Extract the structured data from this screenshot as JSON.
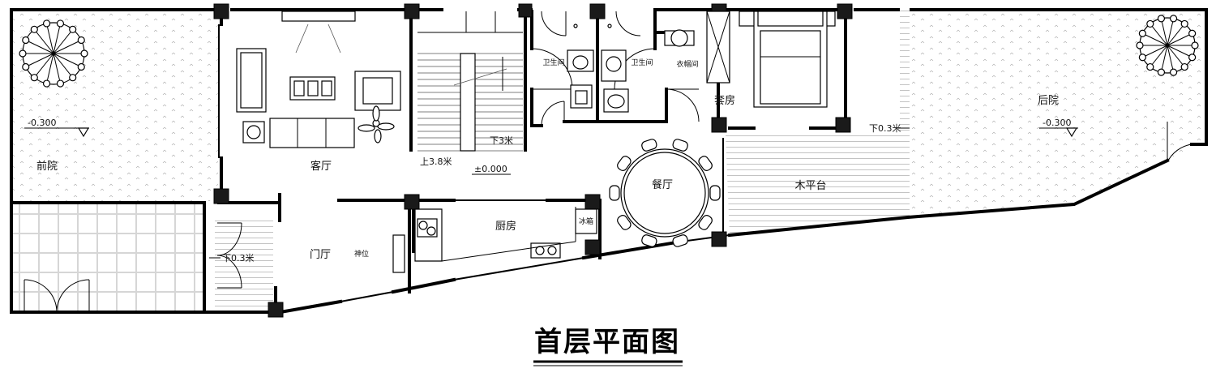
{
  "title": "首层平面图",
  "rooms": {
    "front_yard": "前院",
    "living_room": "客厅",
    "entry_hall": "门厅",
    "shrine": "神位",
    "kitchen": "厨房",
    "fridge": "冰箱",
    "dining_room": "餐厅",
    "bathroom_1": "卫生间",
    "bathroom_2": "卫生间",
    "cloakroom": "衣帽间",
    "suite": "套房",
    "wood_deck": "木平台",
    "back_yard": "后院"
  },
  "levels": {
    "front_yard": "-0.300",
    "back_yard": "-0.300",
    "floor": "±0.000",
    "entry_step": "下0.3米",
    "deck_step": "下0.3米",
    "stair_up": "上3.8米",
    "stair_down": "下3米"
  }
}
